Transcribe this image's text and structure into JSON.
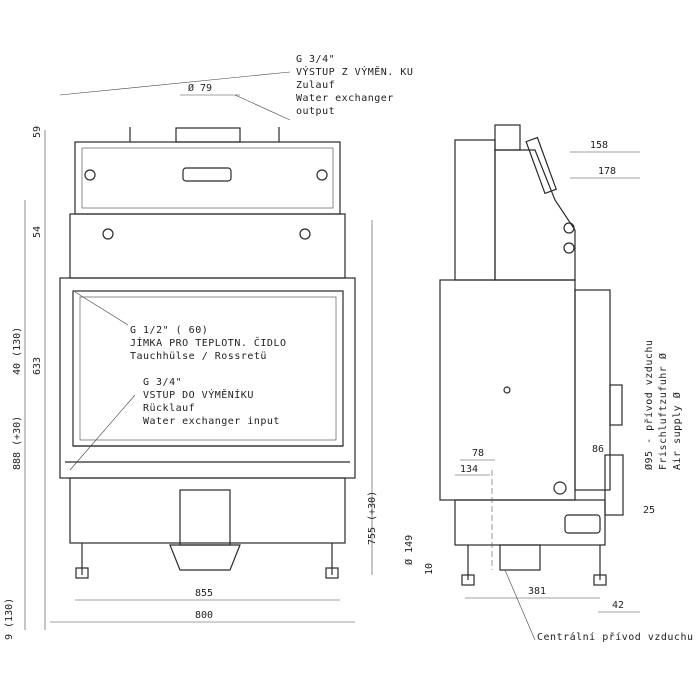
{
  "front_view": {
    "dims": {
      "d59": "59",
      "d54": "54",
      "d40_130": "40 (130)",
      "d633": "633",
      "d888_30": "888 (+30)",
      "d755_30": "755 (+30)",
      "d855": "855",
      "d800": "800",
      "d9130": "9 (130)",
      "diam79": "Ø 79"
    },
    "notes": {
      "note1_l1": "G 3/4\"",
      "note1_l2": "VÝSTUP Z VÝMĚN. KU",
      "note1_l3": "Zulauf",
      "note1_l4": "Water exchanger",
      "note1_l5": "output",
      "note2_l1": "G 1/2\" ( 60)",
      "note2_l2": "JÍMKA PRO TEPLOTN. ČIDLO",
      "note2_l3": "Tauchhülse / Rossretü",
      "note3_l1": "G 3/4\"",
      "note3_l2": "VSTUP DO VÝMĚNÍKU",
      "note3_l3": "Rücklauf",
      "note3_l4": "Water exchanger input"
    }
  },
  "side_view": {
    "dims": {
      "d158": "158",
      "d178": "178",
      "d78": "78",
      "d134": "134",
      "d86": "86",
      "d25": "25",
      "d149": "Ø 149",
      "d381": "381",
      "d42": "42",
      "d10": "10"
    },
    "notes": {
      "vert_l1": "Ø95 - přívod vzduchu",
      "vert_l2": "Frischluftzufuhr Ø",
      "vert_l3": "Air supply Ø",
      "bottom": "Centrální přívod vzduchu"
    }
  }
}
